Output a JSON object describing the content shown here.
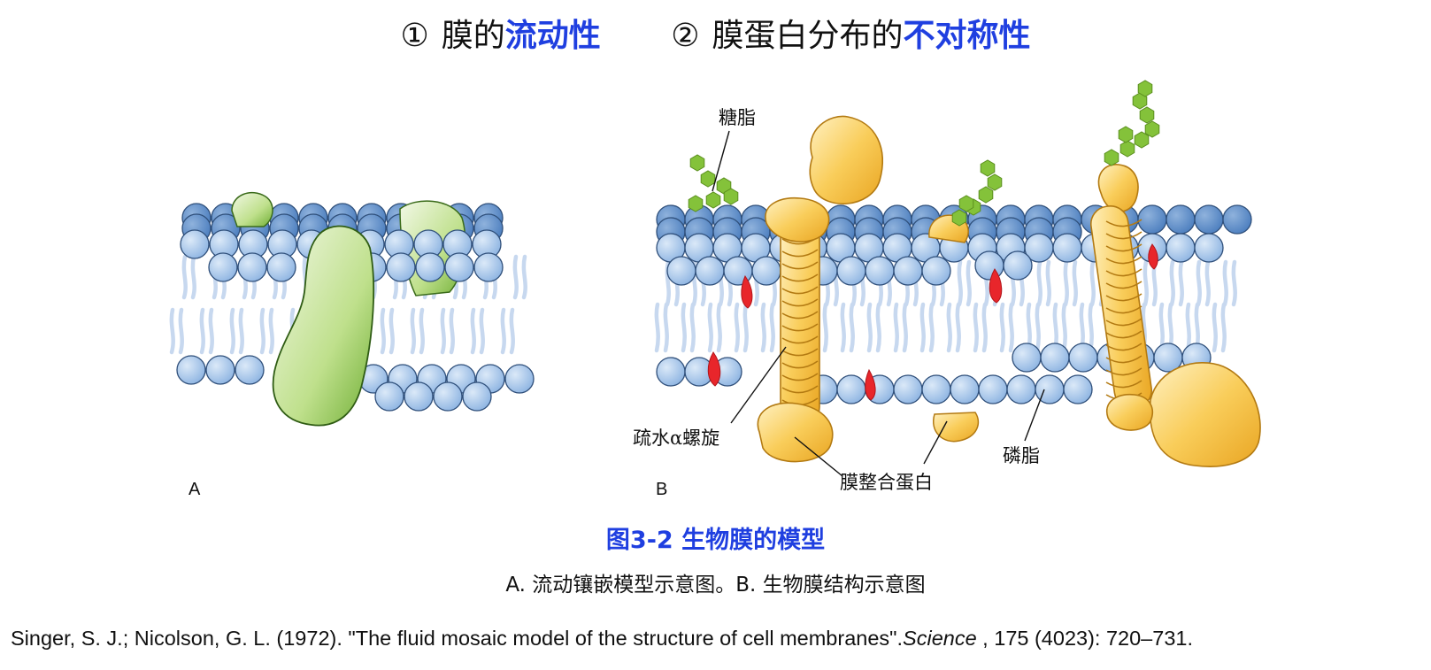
{
  "headline": {
    "item1": {
      "marker": "①",
      "prefix": "膜的",
      "highlight": "流动性"
    },
    "item2": {
      "marker": "②",
      "prefix": "膜蛋白分布的",
      "highlight": "不对称性"
    }
  },
  "figure": {
    "panel_a_label": "A",
    "panel_b_label": "B",
    "labels": {
      "glycolipid": "糖脂",
      "hydrophobic_helix": "疏水α螺旋",
      "integral_protein": "膜整合蛋白",
      "phospholipid": "磷脂"
    }
  },
  "caption": {
    "title": "图3-2 生物膜的模型",
    "subtitle": "A. 流动镶嵌模型示意图。B. 生物膜结构示意图"
  },
  "reference": {
    "before": "Singer, S. J.; Nicolson, G. L. (1972). \"The fluid mosaic model of the structure of cell membranes\".",
    "journal": "Science",
    "after": " , 175 (4023): 720–731."
  },
  "colors": {
    "accent": "#1f3fe0",
    "lipid_head": "#a9c8ec",
    "lipid_outline": "#2f4f7a",
    "lipid_tail": "#c9daf0",
    "protein_green": "#9fcc6a",
    "protein_yellow": "#f7c64f",
    "sugar_green": "#84c23a",
    "cholesterol_red": "#e8262b"
  }
}
